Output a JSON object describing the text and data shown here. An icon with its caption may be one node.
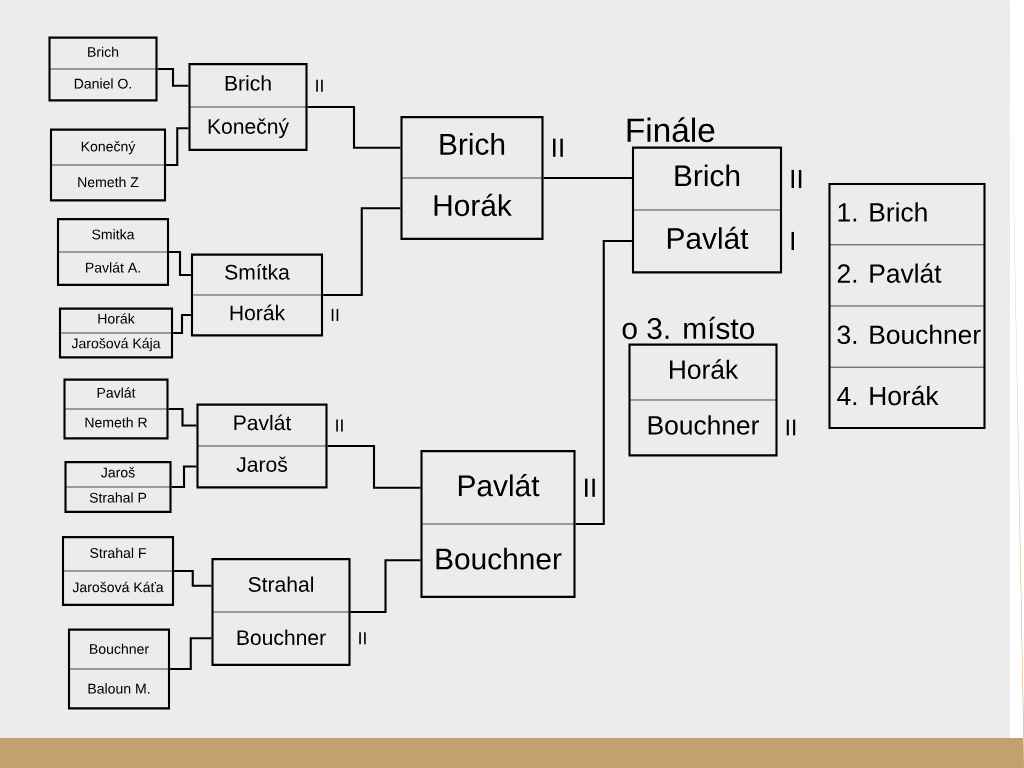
{
  "diagram": {
    "nodes": [
      {
        "text": [
          "Brich",
          "Daniel O."
        ]
      },
      {
        "text": [
          "Konečný",
          "Nemeth Z"
        ]
      },
      {
        "text": [
          "Smitka",
          "Pavlát A."
        ]
      },
      {
        "text": [
          "Horák",
          "Jarošová Kája"
        ]
      },
      {
        "text": [
          "Pavlát",
          "Nemeth R"
        ]
      },
      {
        "text": [
          "Jaroš",
          "Strahal P"
        ]
      },
      {
        "text": [
          "Strahal F",
          "Jarošová Káťa"
        ]
      },
      {
        "text": [
          "Bouchner",
          "Baloun M."
        ]
      },
      {
        "text": [
          "Brich",
          "Konečný"
        ],
        "beside": [
          "II"
        ]
      },
      {
        "text": [
          "Smítka",
          "Horák"
        ],
        "beside": [
          "II"
        ]
      },
      {
        "text": [
          "Pavlát",
          "Jaroš"
        ],
        "beside": [
          "II"
        ]
      },
      {
        "text": [
          "Strahal",
          "Bouchner"
        ],
        "beside": [
          "II"
        ]
      },
      {
        "text": [
          "Brich",
          "Horák"
        ],
        "beside": [
          "II"
        ]
      },
      {
        "text": [
          "Pavlát",
          "Bouchner"
        ],
        "beside": [
          "II"
        ]
      },
      {
        "text": [
          "Finále",
          "Brich",
          "Pavlát"
        ],
        "beside": [
          "II",
          "I"
        ]
      },
      {
        "text": [
          "o 3. místo",
          "Horák",
          "Bouchner"
        ],
        "beside": [
          "II"
        ]
      },
      {
        "text": [
          "1. Brich",
          "2. Pavlát",
          "3. Bouchner",
          "4. Horák"
        ]
      }
    ],
    "edges": [
      {
        "from": 0,
        "to": 8,
        "arrow": "none"
      },
      {
        "from": 1,
        "to": 8,
        "arrow": "none"
      },
      {
        "from": 2,
        "to": 9,
        "arrow": "none"
      },
      {
        "from": 3,
        "to": 9,
        "arrow": "none"
      },
      {
        "from": 4,
        "to": 10,
        "arrow": "none"
      },
      {
        "from": 5,
        "to": 10,
        "arrow": "none"
      },
      {
        "from": 6,
        "to": 11,
        "arrow": "none"
      },
      {
        "from": 7,
        "to": 11,
        "arrow": "none"
      },
      {
        "from": 8,
        "to": 12,
        "arrow": "none"
      },
      {
        "from": 9,
        "to": 12,
        "arrow": "none"
      },
      {
        "from": 10,
        "to": 13,
        "arrow": "none"
      },
      {
        "from": 11,
        "to": 13,
        "arrow": "none"
      },
      {
        "from": 12,
        "to": 14,
        "arrow": "none"
      },
      {
        "from": 13,
        "to": 14,
        "arrow": "none"
      }
    ]
  }
}
